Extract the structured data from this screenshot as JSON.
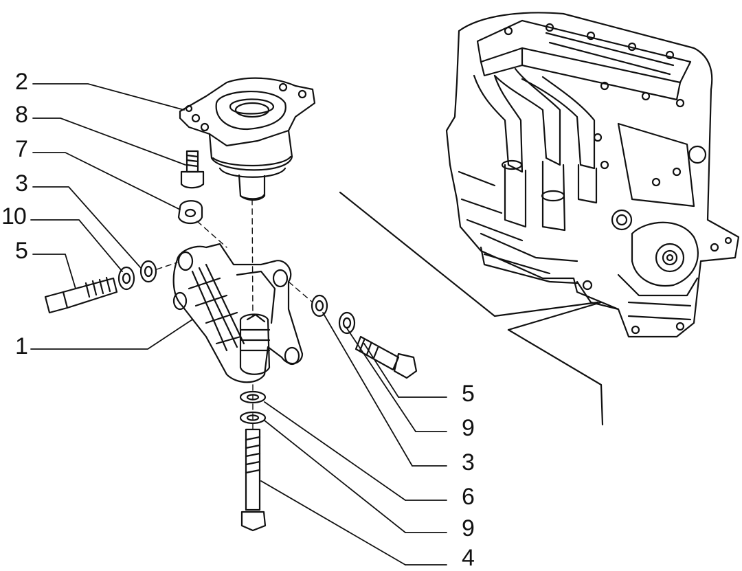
{
  "diagram": {
    "callouts_left": [
      "2",
      "8",
      "7",
      "3",
      "10",
      "5",
      "1"
    ],
    "callouts_right": [
      "5",
      "9",
      "3",
      "6",
      "9",
      "4"
    ],
    "parts": {
      "top_mount": "2",
      "top_bolt": "8",
      "nut": "7",
      "washer_left": "3",
      "washer_left_outer": "10",
      "bolt_left": "5",
      "bracket": "1",
      "bolt_right": "5",
      "washer_right_outer": "9",
      "washer_right": "3",
      "bottom_washer": "6",
      "bottom_washer_lower": "9",
      "bottom_bolt": "4"
    },
    "colors": {
      "ink": "#111111",
      "background": "#ffffff"
    }
  }
}
